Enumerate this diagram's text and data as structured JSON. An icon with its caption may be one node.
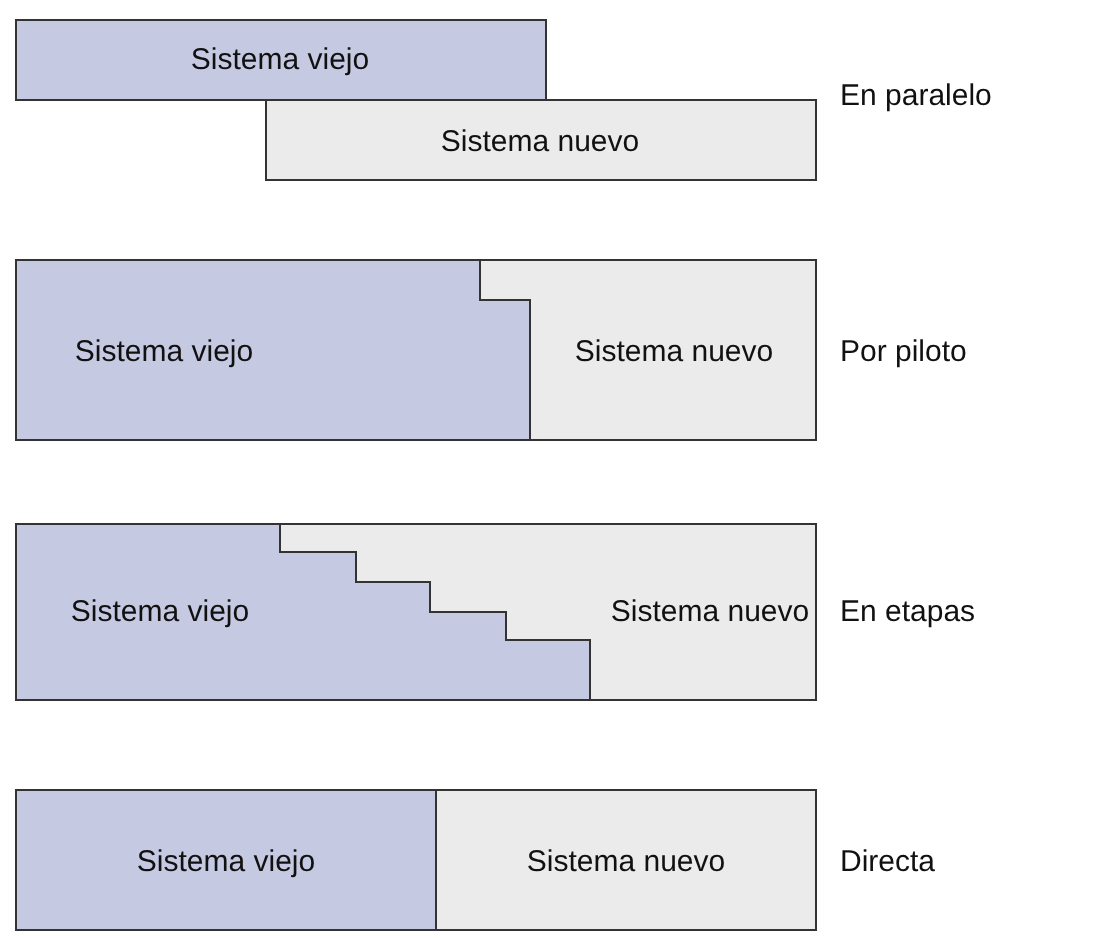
{
  "diagram": {
    "nodes": [
      {
        "text": [
          "Sistema viejo"
        ]
      },
      {
        "text": [
          "Sistema nuevo"
        ]
      },
      {
        "text": [
          "Sistema viejo"
        ]
      },
      {
        "text": [
          "Sistema nuevo"
        ]
      },
      {
        "text": [
          "Sistema viejo"
        ]
      },
      {
        "text": [
          "Sistema nuevo"
        ]
      },
      {
        "text": [
          "Sistema viejo"
        ]
      },
      {
        "text": [
          "Sistema nuevo"
        ]
      }
    ],
    "labels": [
      "En paralelo",
      "Por piloto",
      "En etapas",
      "Directa"
    ]
  }
}
